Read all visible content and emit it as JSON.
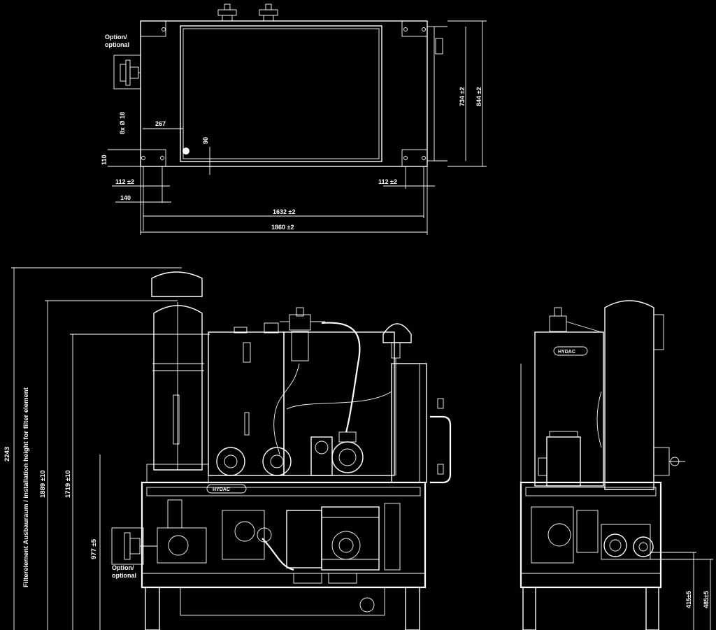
{
  "top_view": {
    "option_label_line1": "Option/",
    "option_label_line2": "optional",
    "dim_holes": "8x Ø 18",
    "dim_267": "267",
    "dim_90": "90",
    "dim_110": "110",
    "dim_112_left": "112 ±2",
    "dim_140": "140",
    "dim_112_right": "112 ±2",
    "dim_1632": "1632 ±2",
    "dim_1860": "1860 ±2",
    "dim_734": "734 ±2",
    "dim_844": "844 ±2"
  },
  "front_view": {
    "dim_2243": "2243",
    "filter_label": "Filterelement Ausbauraum / installation height for filter element",
    "dim_1889": "1889 ±10",
    "dim_1719": "1719 ±10",
    "dim_977": "977 ±5",
    "option_label_line1": "Option/",
    "option_label_line2": "optional",
    "logo": "HYDAC"
  },
  "side_view": {
    "logo": "HYDAC",
    "dim_415": "415±5",
    "dim_485": "485±5"
  }
}
